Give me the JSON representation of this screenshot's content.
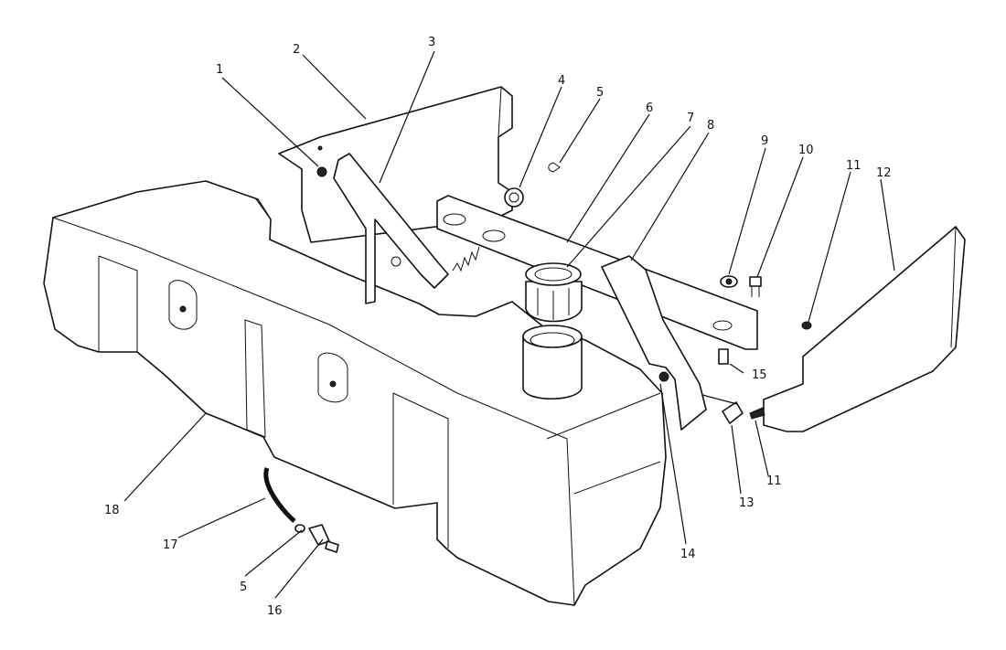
{
  "diagram": {
    "callouts": {
      "c1": "1",
      "c2": "2",
      "c3": "3",
      "c4": "4",
      "c5a": "5",
      "c6": "6",
      "c7": "7",
      "c8": "8",
      "c9": "9",
      "c10": "10",
      "c11a": "11",
      "c12": "12",
      "c11b": "11",
      "c13": "13",
      "c14": "14",
      "c15": "15",
      "c16": "16",
      "c17": "17",
      "c18": "18",
      "c5b": "5"
    }
  }
}
